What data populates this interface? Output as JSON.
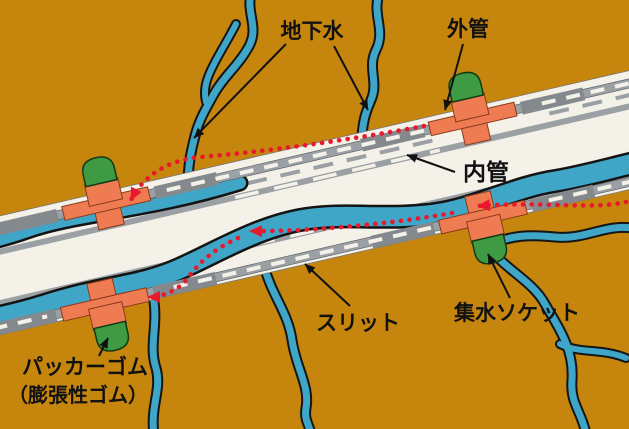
{
  "diagram": {
    "labels": {
      "groundwater": "地下水",
      "outer_pipe": "外管",
      "inner_pipe": "内管",
      "slit": "スリット",
      "collector_socket": "集水ソケット",
      "packer_rubber": "パッカーゴム",
      "packer_rubber_note": "（膨張性ゴム）"
    },
    "colors": {
      "background": "#C6860E",
      "groundwater_blue": "#3FA6C8",
      "pipe_white": "#F4F1E9",
      "pipe_gray": "#9AA0A4",
      "socket_orange": "#EE7B52",
      "packer_green": "#3E9B44",
      "flow_arrow_red": "#E8192C",
      "label_black": "#111111"
    }
  }
}
